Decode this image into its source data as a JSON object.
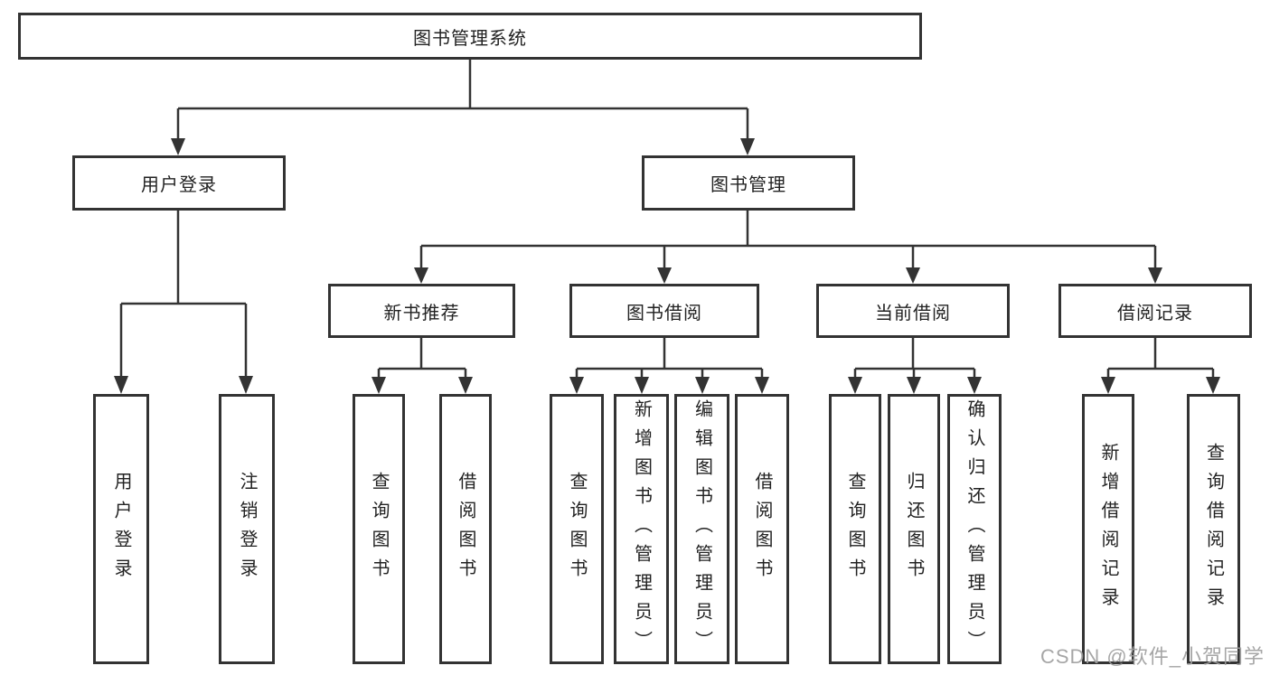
{
  "diagram_type": "hierarchy-tree",
  "colors": {
    "line": "#333333",
    "box_border": "#333333",
    "text": "#222222",
    "background": "#ffffff",
    "watermark": "#9e9e9e"
  },
  "watermark": {
    "text": "CSDN @软件_小贺同学"
  },
  "tree": {
    "label": "图书管理系统",
    "children": [
      {
        "label": "用户登录",
        "children": [
          {
            "label": "用户登录"
          },
          {
            "label": "注销登录"
          }
        ]
      },
      {
        "label": "图书管理",
        "children": [
          {
            "label": "新书推荐",
            "children": [
              {
                "label": "查询图书"
              },
              {
                "label": "借阅图书"
              }
            ]
          },
          {
            "label": "图书借阅",
            "children": [
              {
                "label": "查询图书"
              },
              {
                "label": "新增图书（管理员）"
              },
              {
                "label": "编辑图书（管理员）"
              },
              {
                "label": "借阅图书"
              }
            ]
          },
          {
            "label": "当前借阅",
            "children": [
              {
                "label": "查询图书"
              },
              {
                "label": "归还图书"
              },
              {
                "label": "确认归还（管理员）"
              }
            ]
          },
          {
            "label": "借阅记录",
            "children": [
              {
                "label": "新增借阅记录"
              },
              {
                "label": "查询借阅记录"
              }
            ]
          }
        ]
      }
    ]
  }
}
